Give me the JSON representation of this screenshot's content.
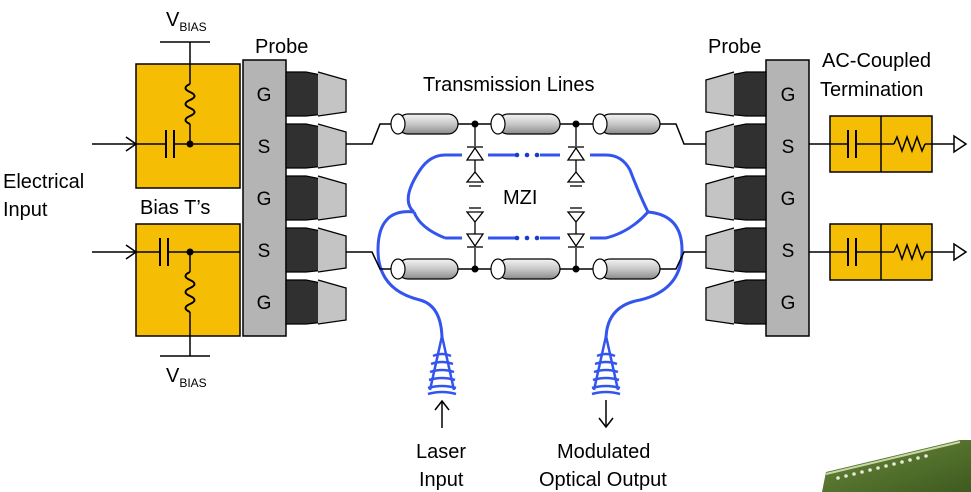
{
  "bias_label": {
    "main": "V",
    "sub": "BIAS"
  },
  "labels": {
    "probe_left": "Probe",
    "probe_right": "Probe",
    "transmission_lines": "Transmission Lines",
    "ac_coupled_1": "AC-Coupled",
    "ac_coupled_2": "Termination",
    "electrical_1": "Electrical",
    "electrical_2": "Input",
    "bias_ts": "Bias T’s",
    "mzi": "MZI",
    "laser_1": "Laser",
    "laser_2": "Input",
    "modulated_1": "Modulated",
    "modulated_2": "Optical Output"
  },
  "probe_pads": [
    "G",
    "S",
    "G",
    "S",
    "G"
  ],
  "colors": {
    "bias_box": "#F5BE05",
    "termination_box": "#F5BE05",
    "waveguide": "#3355EE",
    "probe_body": "#B4B4B4",
    "probe_tip": "#303030",
    "tline": "#D8D8D8"
  }
}
